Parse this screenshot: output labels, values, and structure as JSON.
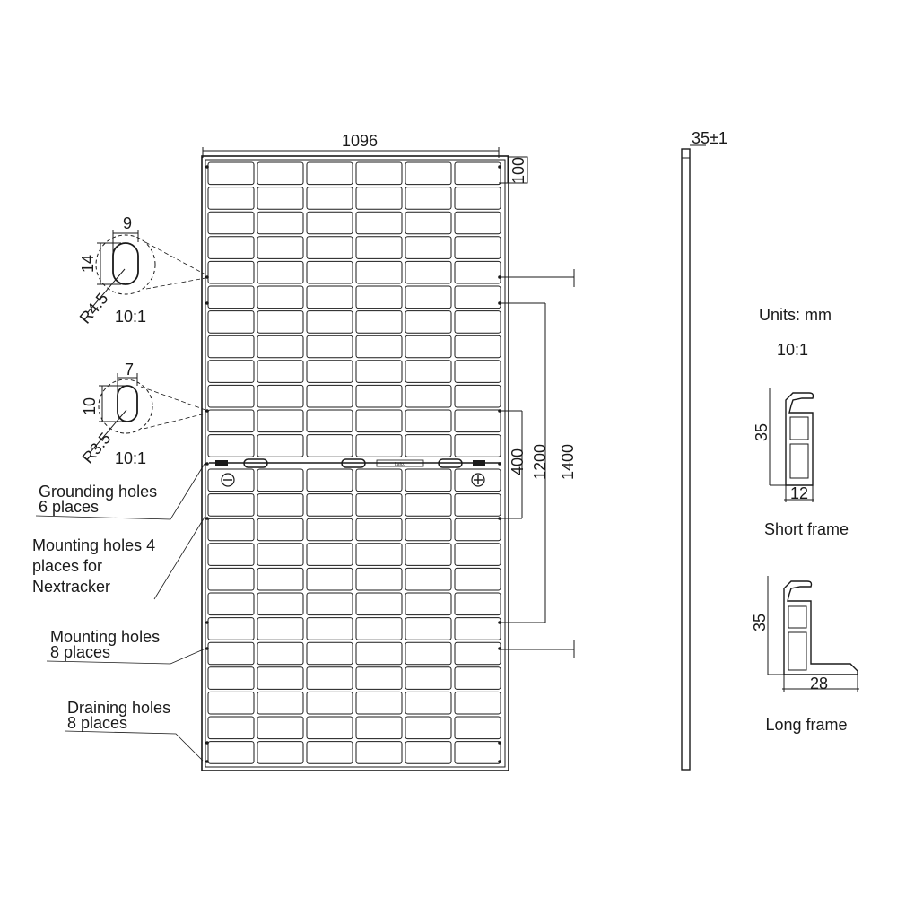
{
  "colors": {
    "line": "#1a1a1a",
    "background": "#ffffff"
  },
  "dimensions": {
    "width": "1096",
    "frame_edge": "100",
    "thickness": "35±1",
    "spacing_400": "400",
    "spacing_1200": "1200",
    "spacing_1400": "1400"
  },
  "details": {
    "mounting_slot": {
      "width": "9",
      "height": "14",
      "radius": "R4.5",
      "scale": "10:1"
    },
    "ground_slot": {
      "width": "7",
      "height": "10",
      "radius": "R3.5",
      "scale": "10:1"
    }
  },
  "callouts": {
    "grounding": [
      "Grounding holes",
      "6 places"
    ],
    "nextracker": [
      "Mounting holes 4",
      "places for",
      "Nextracker"
    ],
    "mounting": [
      "Mounting holes",
      "8 places"
    ],
    "draining": [
      "Draining holes",
      "8 places"
    ]
  },
  "junction_box": {
    "label": "Laico",
    "minus_icon": "minus-sign",
    "plus_icon": "plus-sign"
  },
  "units": {
    "label": "Units: mm",
    "scale": "10:1"
  },
  "short_frame": {
    "height": "35",
    "width": "12",
    "label": "Short frame"
  },
  "long_frame": {
    "height": "35",
    "width": "28",
    "label": "Long frame"
  }
}
